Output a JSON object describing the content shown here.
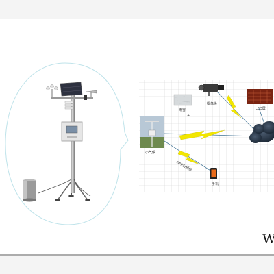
{
  "slide": {
    "background": "#f4f4f4",
    "rule_color": "#333333",
    "footer_letter": "W"
  },
  "diagram": {
    "station_label": "小气候",
    "wind_sensor_label": "雨雪",
    "camera_label": "摄像头",
    "led_label": "LED屏",
    "phone_label": "手机",
    "link_label": "GPRS/短信",
    "bolt_color": "#f2e600",
    "cloud_color": "#1e2a38"
  }
}
